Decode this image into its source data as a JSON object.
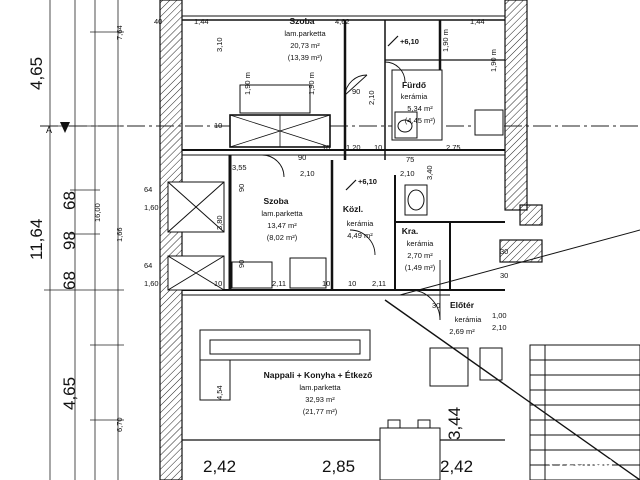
{
  "rooms": [
    {
      "name": "Szoba",
      "floor": "lam.parketta",
      "area": "20,73 m²",
      "net": "(13,39 m²)"
    },
    {
      "name": "Fürdő",
      "floor": "kerámia",
      "area": "5,34 m²",
      "net": "(4,45 m²)"
    },
    {
      "name": "Szoba",
      "floor": "lam.parketta",
      "area": "13,47 m²",
      "net": "(8,02 m²)"
    },
    {
      "name": "Közl.",
      "floor": "kerámia",
      "area": "4,49 m²",
      "net": ""
    },
    {
      "name": "Kra.",
      "floor": "kerámia",
      "area": "2,70 m²",
      "net": "(1,49 m²)"
    },
    {
      "name": "Előtér",
      "floor": "kerámia",
      "area": "2,69 m²",
      "net": ""
    },
    {
      "name": "Nappali + Konyha + Étkező",
      "floor": "lam.parketta",
      "area": "32,93 m²",
      "net": "(21,77 m²)"
    }
  ],
  "levels": [
    "+6,10",
    "+6,10"
  ],
  "section_marker": "A",
  "dims_left_big": [
    "4,65",
    "11,64",
    "68",
    "98",
    "68",
    "4,65"
  ],
  "dims_left_small": [
    "7,64",
    "16,00",
    "1,66",
    "6,70"
  ],
  "dims_bottom": [
    "2,42",
    "2,85",
    "2,42"
  ],
  "dims_vertical_right": [
    "3,44"
  ],
  "dims_inner": [
    "40",
    "1,44",
    "4,62",
    "1,44",
    "10",
    "1,90 m",
    "1,90 m",
    "3,10",
    "1,90 m",
    "1,90 m",
    "90",
    "2,10",
    "3,55",
    "90",
    "10",
    "1,20",
    "10",
    "2,75",
    "2,10",
    "2,10",
    "75",
    "3,40",
    "64",
    "1,60",
    "3,80",
    "64",
    "1,60",
    "90",
    "90",
    "30",
    "30",
    "1,00",
    "2,10",
    "4,54",
    "10",
    "2,11",
    "10",
    "10",
    "2,11",
    "30"
  ],
  "watermark": "zenga"
}
